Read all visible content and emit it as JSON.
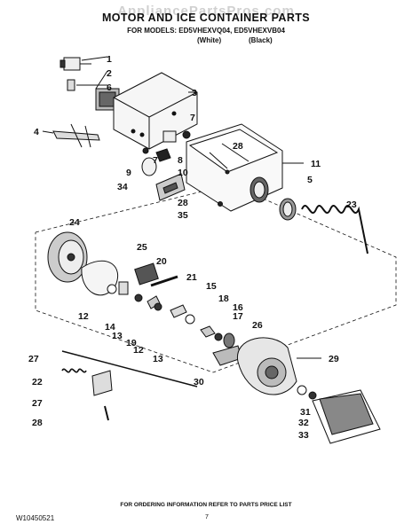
{
  "header": {
    "watermark": "AppliancePartsPros.com",
    "title": "MOTOR AND ICE CONTAINER PARTS",
    "models_line": "FOR MODELS: ED5VHEXVQ04, ED5VHEXVB04",
    "color_white": "(White)",
    "color_black": "(Black)"
  },
  "callouts": [
    "1",
    "2",
    "3",
    "4",
    "5",
    "6",
    "7",
    "7",
    "8",
    "9",
    "10",
    "11",
    "12",
    "12",
    "13",
    "13",
    "14",
    "15",
    "16",
    "17",
    "18",
    "18",
    "19",
    "20",
    "21",
    "22",
    "23",
    "24",
    "25",
    "26",
    "27",
    "28",
    "28",
    "28",
    "29",
    "30",
    "31",
    "32",
    "33",
    "34",
    "35"
  ],
  "footer": {
    "ordering": "FOR ORDERING INFORMATION REFER TO PARTS PRICE LIST",
    "doc_number": "W10450521",
    "page_number": "7"
  }
}
